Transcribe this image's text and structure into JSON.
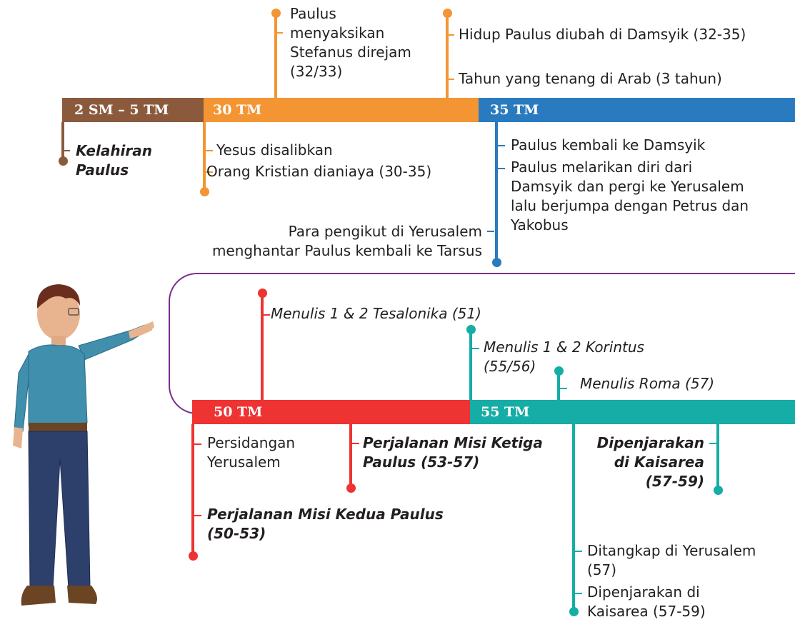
{
  "colors": {
    "brown": "#8b5a3c",
    "orange": "#f39533",
    "blue": "#2a7abf",
    "red": "#ef3232",
    "teal": "#15ada5",
    "purple": "#7b2d8e"
  },
  "timeline_top": {
    "periods": [
      "2 SM – 5 TM",
      "30 TM",
      "35 TM"
    ],
    "events": {
      "birth": "Kelahiran\nPaulus",
      "stephen": "Paulus\nmenyaksikan\nStefanus direjam\n(32/33)",
      "damascus_change": "Hidup Paulus diubah di Damsyik (32-35)",
      "arabia": "Tahun yang tenang di Arab (3 tahun)",
      "crucified": "Yesus disalibkan",
      "persecuted": "Orang Kristian dianiaya (30-35)",
      "return_damascus": "Paulus kembali ke Damsyik",
      "flee": "Paulus melarikan diri dari\nDamsyik dan pergi ke Yerusalem\nlalu berjumpa dengan Petrus dan\nYakobus",
      "tarsus": "Para pengikut di Yerusalem\nmenghantar Paulus kembali ke Tarsus"
    }
  },
  "timeline_bottom": {
    "periods": [
      "50 TM",
      "55 TM"
    ],
    "events": {
      "thessalonians": "Menulis 1 & 2 Tesalonika (51)",
      "corinthians": "Menulis 1 & 2 Korintus\n(55/56)",
      "romans": "Menulis Roma (57)",
      "council": "Persidangan\nYerusalem",
      "third_journey": "Perjalanan Misi Ketiga\nPaulus (53-57)",
      "caesarea_prison": "Dipenjarakan\ndi Kaisarea\n(57-59)",
      "second_journey": "Perjalanan Misi Kedua Paulus\n(50-53)",
      "arrested": "Ditangkap di Yerusalem\n(57)",
      "imprisoned": "Dipenjarakan di\nKaisarea (57-59)"
    }
  }
}
